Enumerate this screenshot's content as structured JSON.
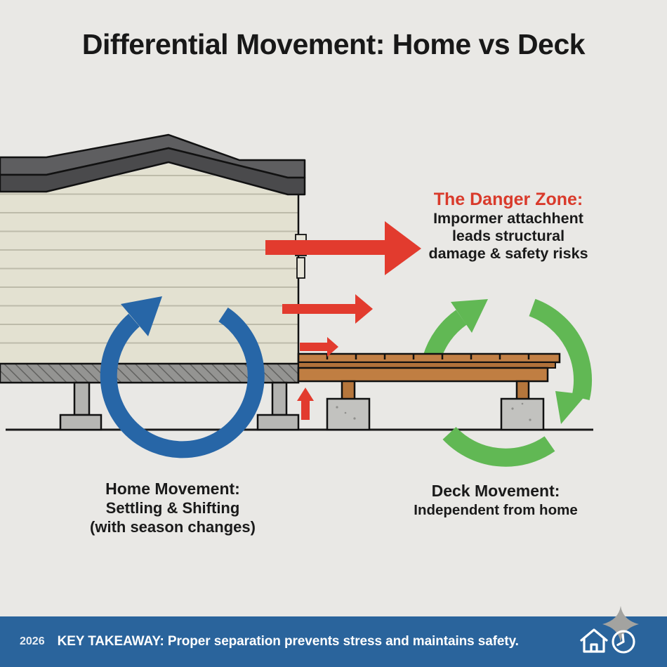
{
  "title": "Differential Movement: Home vs Deck",
  "danger_zone": {
    "heading": "The Danger Zone:",
    "lines": [
      "Impormer attachhent",
      "leads structural",
      "damage & safety risks"
    ]
  },
  "home_movement": {
    "heading": "Home Movement:",
    "lines": [
      "Settling & Shifting",
      "(with season changes)"
    ]
  },
  "deck_movement": {
    "heading": "Deck Movement:",
    "lines": [
      "Independent from home"
    ]
  },
  "footer": {
    "year": "2026",
    "takeaway": "KEY TAKEAWAY: Proper separation prevents stress and maintains safety."
  },
  "colors": {
    "background": "#e9e8e5",
    "accent_red": "#e23b2e",
    "accent_blue": "#2766a7",
    "accent_green": "#61b854",
    "footer_bar": "#2a649c",
    "danger_heading_red": "#d93a2b",
    "siding": "#e3e1d1",
    "roof_gray": "#525254",
    "deck_wood": "#c28046",
    "concrete_gray": "#c2c2bf"
  },
  "icons": {
    "footer_icons": [
      "home-icon",
      "clock-icon",
      "sparkle-icon"
    ],
    "arrows": [
      "home-rotation-arrow",
      "deck-rotation-arrows",
      "stress-arrows"
    ]
  }
}
